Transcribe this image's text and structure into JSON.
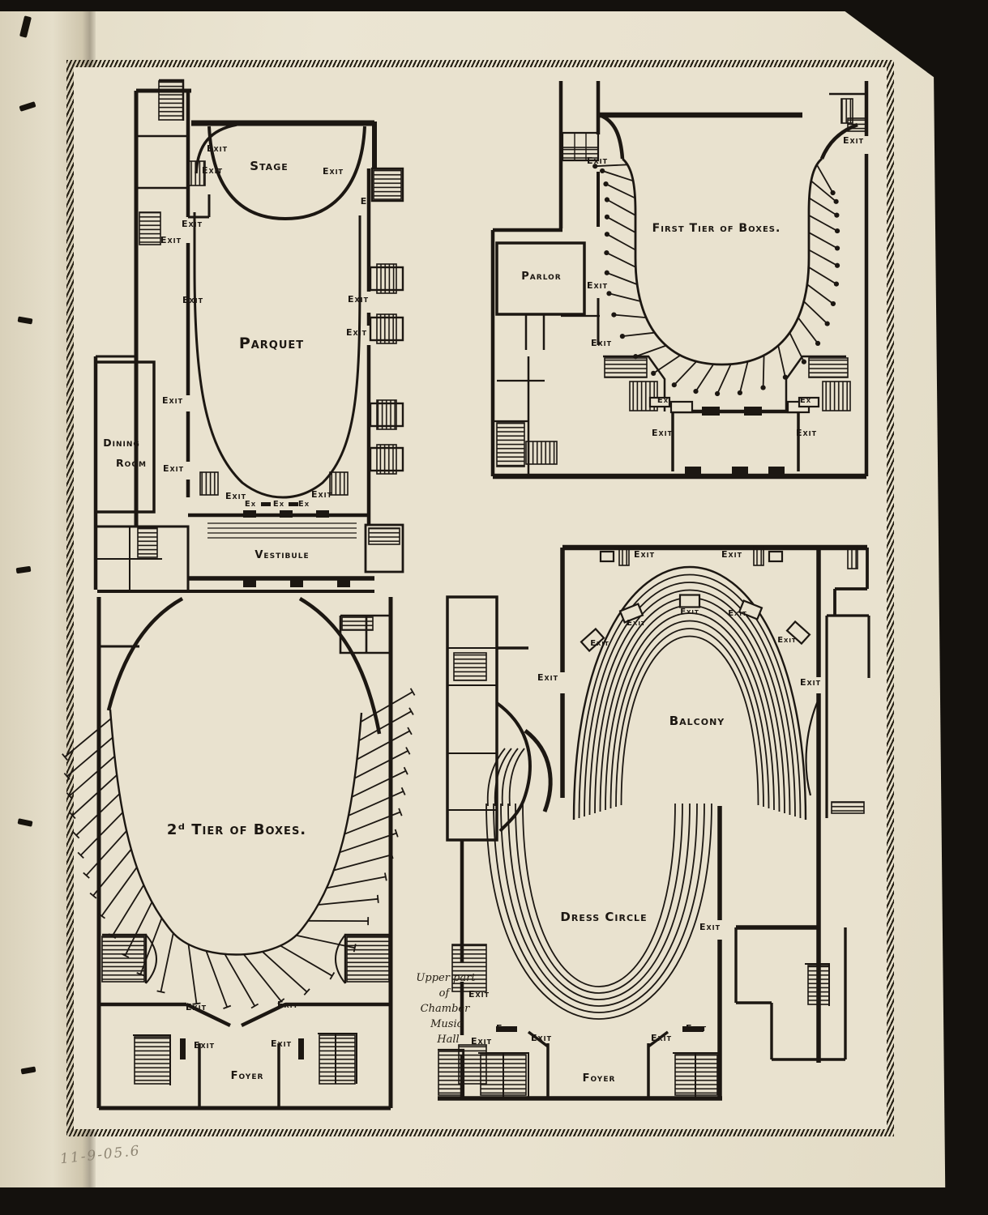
{
  "page": {
    "handwritten_note": "11-9-05.6",
    "border_style": "hatched rule frame",
    "colors": {
      "paper": "#e9e2cf",
      "ink": "#1c1712",
      "background": "#14110d",
      "pencil": "#8e8573"
    }
  },
  "labels": {
    "exit": "Exit",
    "ex": "Ex",
    "e": "E"
  },
  "plans": {
    "parquet_level": {
      "stage": "Stage",
      "parquet": "Parquet",
      "dining_room": [
        "Dining",
        "Room"
      ],
      "vestibule": "Vestibule"
    },
    "first_tier": {
      "title": "First Tier of Boxes.",
      "parlor": "Parlor"
    },
    "second_tier": {
      "title": "2ᵈ Tier of Boxes.",
      "foyer": "Foyer"
    },
    "balcony_level": {
      "balcony": "Balcony",
      "dress_circle": "Dress Circle",
      "foyer": "Foyer",
      "chamber_note": [
        "Upper part",
        "of",
        "Chamber",
        "Music",
        "Hall"
      ]
    }
  }
}
